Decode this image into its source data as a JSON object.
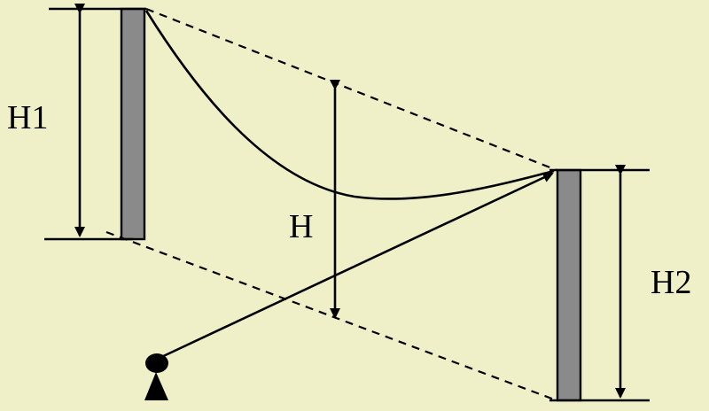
{
  "colors": {
    "background": "#f0f0c8",
    "pole": "#8a8a8a",
    "ink": "#000000"
  },
  "labels": {
    "h1": "H1",
    "h2": "H2",
    "h": "H"
  }
}
